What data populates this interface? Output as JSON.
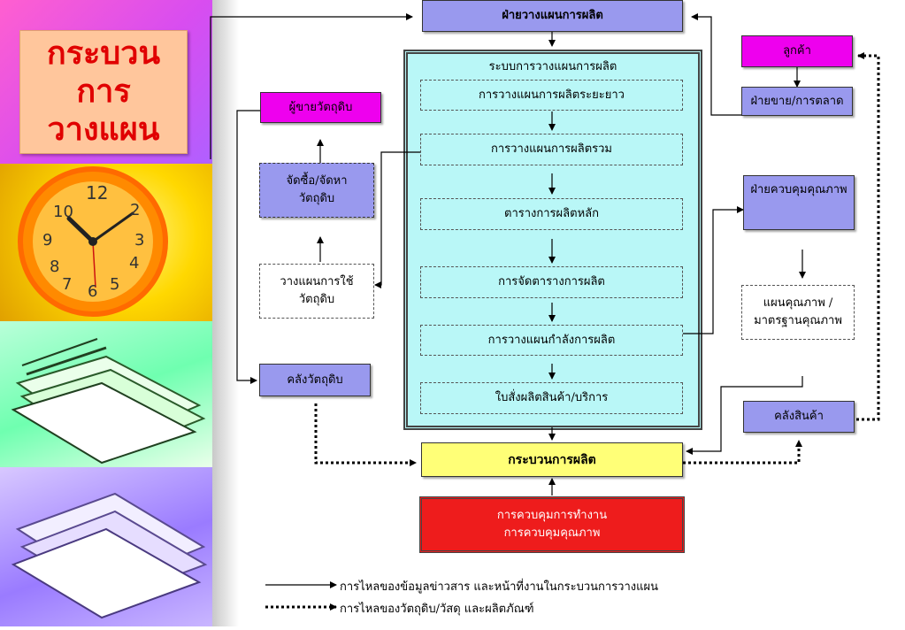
{
  "sidebar": {
    "title_line1": "กระบวน",
    "title_line2": "การ",
    "title_line3": "วางแผน"
  },
  "boxes": {
    "production_planning_dept": "ฝ่ายวางแผนการผลิต",
    "customer": "ลูกค้า",
    "sales_marketing": "ฝ่ายขาย/การตลาด",
    "supplier": "ผู้ขายวัตถุดิบ",
    "purchasing_line1": "จัดซื้อ/จัดหา",
    "purchasing_line2": "วัตถุดิบ",
    "material_planning_line1": "วางแผนการใช้",
    "material_planning_line2": "วัตถุดิบ",
    "raw_material_store": "คลังวัตถุดิบ",
    "quality_control_dept": "ฝ่ายควบคุมคุณภาพ",
    "quality_plan_line1": "แผนคุณภาพ /",
    "quality_plan_line2": "มาตรฐานคุณภาพ",
    "product_store": "คลังสินค้า",
    "production_process": "กระบวนการผลิต",
    "work_control": "การควบคุมการทำงาน",
    "quality_control": "การควบคุมคุณภาพ"
  },
  "system": {
    "title": "ระบบการวางแผนการผลิต",
    "steps": [
      "การวางแผนการผลิตระยะยาว",
      "การวางแผนการผลิตรวม",
      "ตารางการผลิตหลัก",
      "การจัดตารางการผลิต",
      "การวางแผนกำลังการผลิต",
      "ใบสั่งผลิตสินค้า/บริการ"
    ]
  },
  "legend": {
    "info_flow": "การไหลของข้อมูลข่าวสาร และหน้าที่งานในกระบวนการวางแผน",
    "material_flow": "การไหลของวัตถุดิบ/วัสดุ และผลิตภัณฑ์"
  },
  "colors": {
    "blue_box": "#9999ee",
    "pink_box": "#ee00ee",
    "yellow_box": "#ffff77",
    "red_box": "#ee1c1c",
    "cyan_panel": "#b9f7f7",
    "title_text": "#e00000"
  }
}
